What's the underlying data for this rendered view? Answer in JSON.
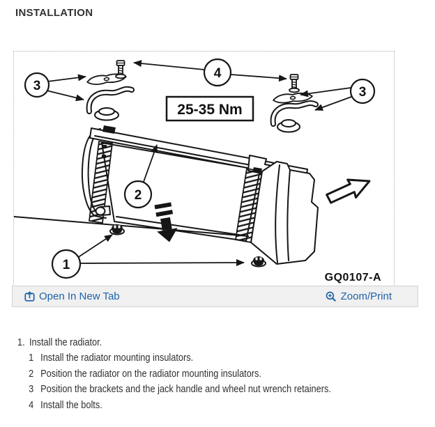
{
  "page": {
    "heading": "INSTALLATION"
  },
  "figure": {
    "diagram": {
      "torque_label": "25-35 Nm",
      "figure_code": "GQ0107-A",
      "callouts": {
        "insulators": "1",
        "radiator": "2",
        "bracket_left": "3",
        "bracket_right": "3",
        "bolts": "4"
      }
    },
    "footer": {
      "open_in_new_tab_label": "Open In New Tab",
      "zoom_print_label": "Zoom/Print"
    }
  },
  "instructions": {
    "items": [
      {
        "num": "1.",
        "text": "Install the radiator."
      },
      {
        "num": "1",
        "text": "Install the radiator mounting insulators."
      },
      {
        "num": "2",
        "text": "Position the radiator on the radiator mounting insulators."
      },
      {
        "num": "3",
        "text": "Position the brackets and the jack handle and wheel nut wrench retainers."
      },
      {
        "num": "4",
        "text": "Install the bolts."
      }
    ]
  },
  "colors": {
    "link": "#1e62a9",
    "heading_text": "#333333",
    "body_text": "#2f2f2f",
    "footer_bg": "#f0f0f0",
    "diagram_ink": "#161616"
  }
}
